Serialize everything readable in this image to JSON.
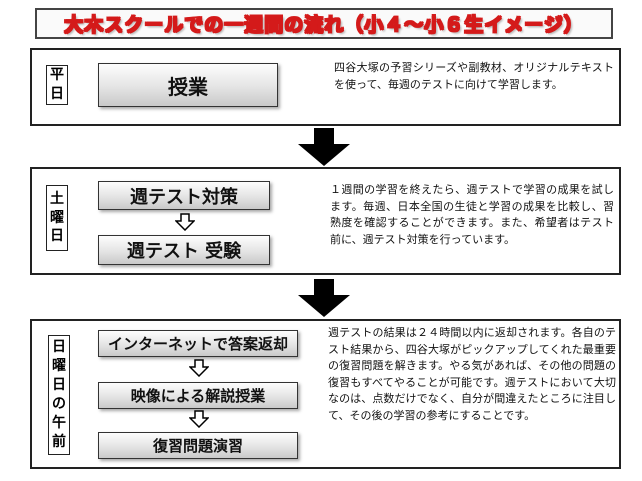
{
  "title": "大木スクールでの一週間の流れ（小４～小６生イメージ）",
  "sections": [
    {
      "label": [
        "平",
        "日"
      ],
      "steps": [
        "授業"
      ],
      "description": "四谷大塚の予習シリーズや副教材、オリジナルテキストを使って、毎週のテストに向けて学習します。"
    },
    {
      "label": [
        "土",
        "曜",
        "日"
      ],
      "steps": [
        "週テスト対策",
        "週テスト 受験"
      ],
      "description": "１週間の学習を終えたら、週テストで学習の成果を試します。毎週、日本全国の生徒と学習の成果を比較し、習熟度を確認することができます。また、希望者はテスト前に、週テスト対策を行っています。"
    },
    {
      "label": [
        "日",
        "曜",
        "日",
        "の",
        "午",
        "前"
      ],
      "steps": [
        "インターネットで答案返却",
        "映像による解説授業",
        "復習問題演習"
      ],
      "description": "週テストの結果は２４時間以内に返却されます。各自のテスト結果から、四谷大塚がピックアップしてくれた最重要の復習問題を解きます。やる気があれば、その他の問題の復習もすべてやることが可能です。週テストにおいて大切なのは、点数だけでなく、自分が間違えたところに注目して、その後の学習の参考にすることです。"
    }
  ],
  "colors": {
    "title_outline": "#d41a1a",
    "border": "#222222",
    "process_fill_top": "#fdfdfd",
    "process_fill_bottom": "#c9c9c9",
    "arrow": "#000000"
  }
}
